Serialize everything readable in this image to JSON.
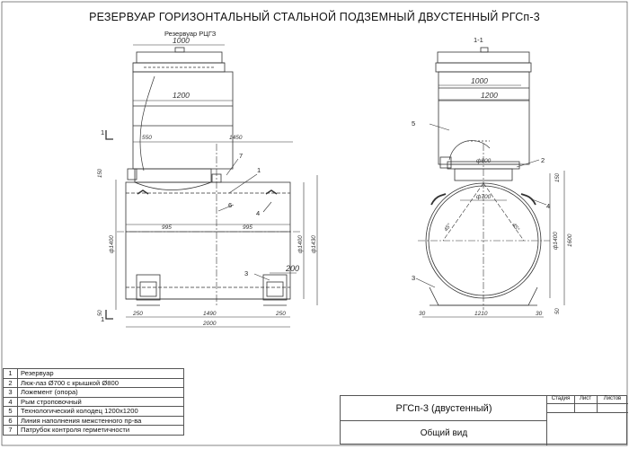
{
  "title": "РЕЗЕРВУАР ГОРИЗОНТАЛЬНЫЙ СТАЛЬНОЙ ПОДЗЕМНЫЙ ДВУСТЕННЫЙ РГСп-3",
  "side_view": {
    "well_caption": "Резервуар РЦГЗ",
    "dims": {
      "d1000": "1000",
      "d1200": "1200",
      "d550": "550",
      "d1450": "1450",
      "d995a": "995",
      "d995b": "995",
      "d250a": "250",
      "d1490": "1490",
      "d250b": "250",
      "d2000": "2000",
      "d200": "200",
      "d150": "150",
      "d1400": "ф1400",
      "d1400r": "ф1400",
      "d1430": "ф1430",
      "d50": "50"
    },
    "callouts": {
      "c1": "1",
      "c3": "3",
      "c4": "4",
      "c6": "6",
      "c7": "7"
    },
    "section_mark": "1"
  },
  "section_view": {
    "label": "1-1",
    "dims": {
      "d1000": "1000",
      "d1200": "1200",
      "d800": "ф800",
      "d700": "ф700",
      "a45l": "45°",
      "a45r": "45°",
      "d150": "150",
      "d1400": "ф1400",
      "d1600": "1600",
      "d50": "50",
      "d30a": "30",
      "d1210": "1210",
      "d30b": "30"
    },
    "callouts": {
      "c2": "2",
      "c3": "3",
      "c4": "4",
      "c5": "5"
    }
  },
  "legend": [
    {
      "num": "1",
      "text": "Резервуар"
    },
    {
      "num": "2",
      "text": "Люк-лаз Ø700 с крышкой Ø800"
    },
    {
      "num": "3",
      "text": "Ложемент (опора)"
    },
    {
      "num": "4",
      "text": "Рым строповочный"
    },
    {
      "num": "5",
      "text": "Технологический колодец 1200х1200"
    },
    {
      "num": "6",
      "text": "Линия наполнения межстенного пр-ва"
    },
    {
      "num": "7",
      "text": "Патрубок контроля герметичности"
    }
  ],
  "stamp": {
    "name": "РГСп-3 (двустенный)",
    "sheet_title": "Общий вид",
    "col_stage": "Стадия",
    "col_sheet": "Лист",
    "col_sheets": "Листов"
  }
}
